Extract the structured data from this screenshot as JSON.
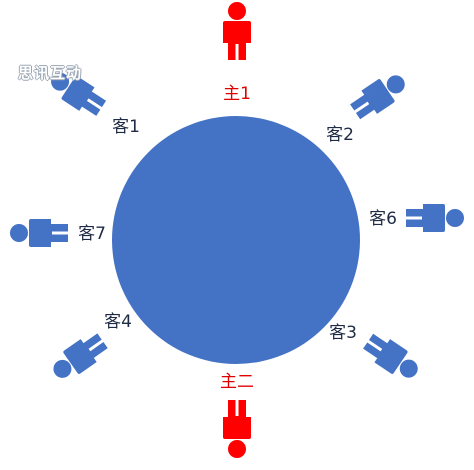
{
  "watermark": "思讯互动",
  "colors": {
    "table": "#4472C4",
    "guest": "#4472C4",
    "host": "#FF0000",
    "guest_text": "#1F2A44",
    "host_text": "#E00000"
  },
  "table": {
    "shape": "circle"
  },
  "seats": [
    {
      "id": "host-1",
      "role": "host",
      "label": "主1"
    },
    {
      "id": "host-2",
      "role": "host",
      "label": "主二"
    },
    {
      "id": "guest-1",
      "role": "guest",
      "label": "客1"
    },
    {
      "id": "guest-2",
      "role": "guest",
      "label": "客2"
    },
    {
      "id": "guest-3",
      "role": "guest",
      "label": "客3"
    },
    {
      "id": "guest-4",
      "role": "guest",
      "label": "客4"
    },
    {
      "id": "guest-6",
      "role": "guest",
      "label": "客6"
    },
    {
      "id": "guest-7",
      "role": "guest",
      "label": "客7"
    }
  ]
}
